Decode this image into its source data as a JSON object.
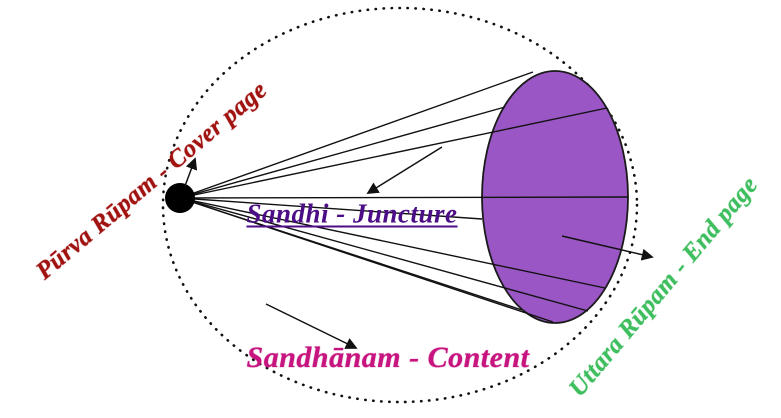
{
  "diagram": {
    "title_context": "cone diagram linking cover page, content and end page through a juncture",
    "labels": {
      "purva": "Pūrva Rūpam - Cover page",
      "sandhi": "Sandhi - Juncture",
      "sandhanam": "Sandhānam - Content",
      "uttara": "Uttara Rūpam - End page"
    },
    "colors": {
      "cover_red": "#a01311",
      "juncture_purple": "#4b0e86",
      "content_magenta": "#c7157f",
      "endpage_green": "#3ebe5e",
      "ellipse_fill": "#9a56c4",
      "ellipse_stroke": "#1a1a1a",
      "line_black": "#111111",
      "dot_black": "#000000"
    },
    "shapes": {
      "boundary": "dotted ellipse enclosing the whole diagram",
      "apex": "small filled black dot on the left (cone apex)",
      "base": "large purple filled ellipse on the right (cone base)",
      "fan_line_count": 8,
      "arrow_count": 4
    }
  }
}
